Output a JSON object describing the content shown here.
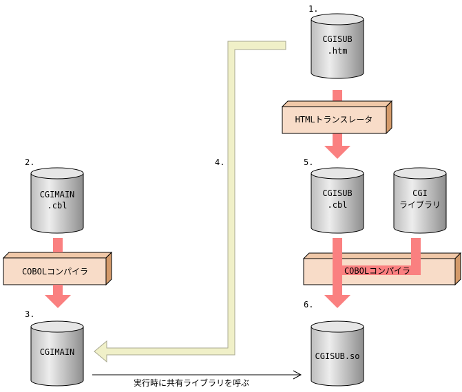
{
  "steps": {
    "s1": "1.",
    "s2": "2.",
    "s3": "3.",
    "s4": "4.",
    "s5": "5.",
    "s6": "6."
  },
  "files": {
    "cgisub_htm": [
      "CGISUB",
      ".htm"
    ],
    "cgimain_cbl": [
      "CGIMAIN",
      ".cbl"
    ],
    "cgimain": [
      "CGIMAIN"
    ],
    "cgisub_cbl": [
      "CGISUB",
      ".cbl"
    ],
    "cgi_lib": [
      "CGI",
      "ライブラリ"
    ],
    "cgisub_so": [
      "CGISUB.so"
    ]
  },
  "tools": {
    "html_translator": "HTMLトランスレータ",
    "cobol_compiler_left": "COBOLコンパイラ",
    "cobol_compiler_right": "COBOLコンパイラ"
  },
  "call_label": "実行時に共有ライブラリを呼ぶ",
  "colors": {
    "cylinder_light": "#e6e6e6",
    "cylinder_dark": "#a0a0a0",
    "box_face": "#f8dcc8",
    "box_side": "#d49a6a",
    "flow_arrow": "#fa8080",
    "return_arrow": "#f0f0c8",
    "return_arrow_stroke": "#a8a890"
  }
}
